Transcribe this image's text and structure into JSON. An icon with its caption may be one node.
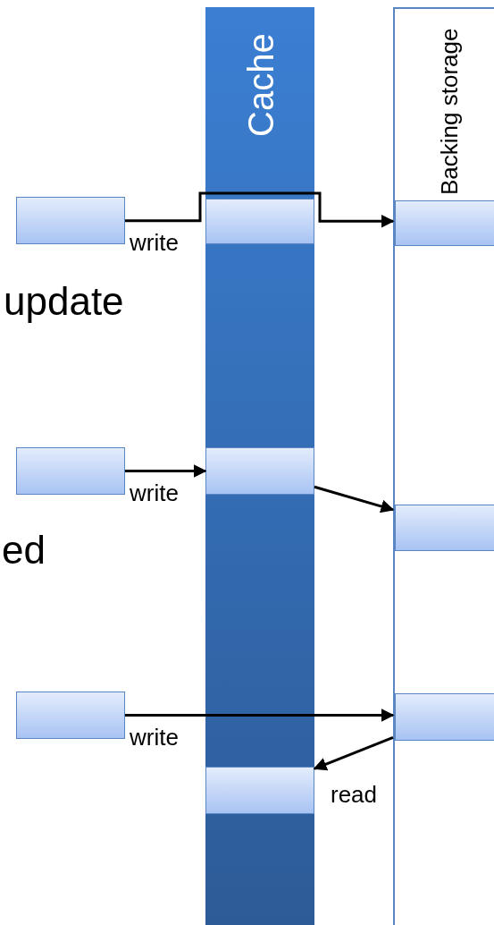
{
  "diagram": {
    "nodes": [
      {
        "text": [
          "Cache"
        ]
      },
      {
        "text": [
          "Backing storage"
        ]
      },
      {
        "text": [],
        "shape": "box"
      },
      {
        "text": [],
        "shape": "box",
        "in": 0
      },
      {
        "text": [],
        "shape": "box",
        "in": 1
      },
      {
        "text": [],
        "shape": "box"
      },
      {
        "text": [],
        "shape": "box",
        "in": 0
      },
      {
        "text": [],
        "shape": "box",
        "in": 1
      },
      {
        "text": [],
        "shape": "box"
      },
      {
        "text": [],
        "shape": "box",
        "in": 1
      },
      {
        "text": [],
        "shape": "box",
        "in": 0
      }
    ],
    "edges": [
      {
        "from": 2,
        "to": 4,
        "arrow": "to",
        "label": "write"
      },
      {
        "from": 5,
        "to": 6,
        "arrow": "to",
        "label": "write"
      },
      {
        "from": 6,
        "to": 7,
        "arrow": "to"
      },
      {
        "from": 8,
        "to": 9,
        "arrow": "to",
        "label": "write"
      },
      {
        "from": 9,
        "to": 10,
        "arrow": "to",
        "label": "read"
      }
    ],
    "labels": [
      "update",
      "ed"
    ]
  }
}
